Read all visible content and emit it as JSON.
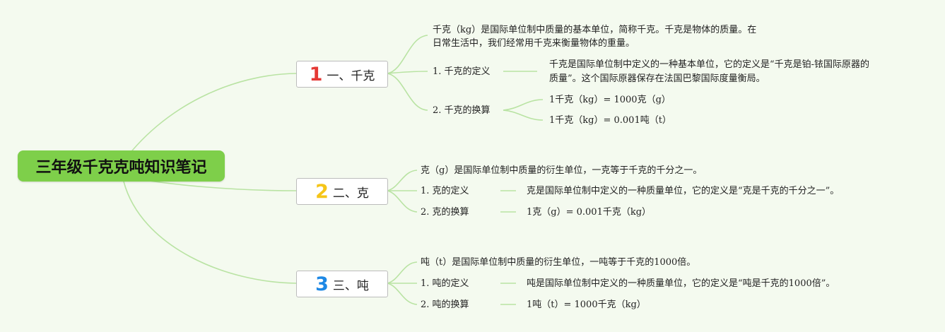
{
  "root": {
    "title": "三年级千克克吨知识笔记"
  },
  "colors": {
    "root_bg": "#7ecf4a",
    "line": "#b9e3a3",
    "num1": "#e53935",
    "num2": "#f5c518",
    "num3": "#1e88e5"
  },
  "branches": [
    {
      "num": "1",
      "label": "一、千克",
      "intro": [
        "千克（kg）是国际单位制中质量的基本单位，简称千克。千克是物体的质量。在",
        "日常生活中，我们经常用千克来衡量物体的重量。"
      ],
      "def_label": "1. 千克的定义",
      "def_text": [
        "千克是国际单位制中定义的一种基本单位，它的定义是“千克是铂-铱国际原器的",
        "质量”。这个国际原器保存在法国巴黎国际度量衡局。"
      ],
      "conv_label": "2. 千克的换算",
      "conv": [
        "1千克（kg）= 1000克（g）",
        "1千克（kg）= 0.001吨（t）"
      ]
    },
    {
      "num": "2",
      "label": "二、克",
      "intro": [
        "克（g）是国际单位制中质量的衍生单位，一克等于千克的千分之一。"
      ],
      "def_label": "1. 克的定义",
      "def_text": [
        "克是国际单位制中定义的一种质量单位，它的定义是“克是千克的千分之一”。"
      ],
      "conv_label": "2. 克的换算",
      "conv": [
        "1克（g）= 0.001千克（kg）"
      ]
    },
    {
      "num": "3",
      "label": "三、吨",
      "intro": [
        "吨（t）是国际单位制中质量的衍生单位，一吨等于千克的1000倍。"
      ],
      "def_label": "1. 吨的定义",
      "def_text": [
        "吨是国际单位制中定义的一种质量单位，它的定义是“吨是千克的1000倍”。"
      ],
      "conv_label": "2. 吨的换算",
      "conv": [
        "1吨（t）= 1000千克（kg）"
      ]
    }
  ]
}
